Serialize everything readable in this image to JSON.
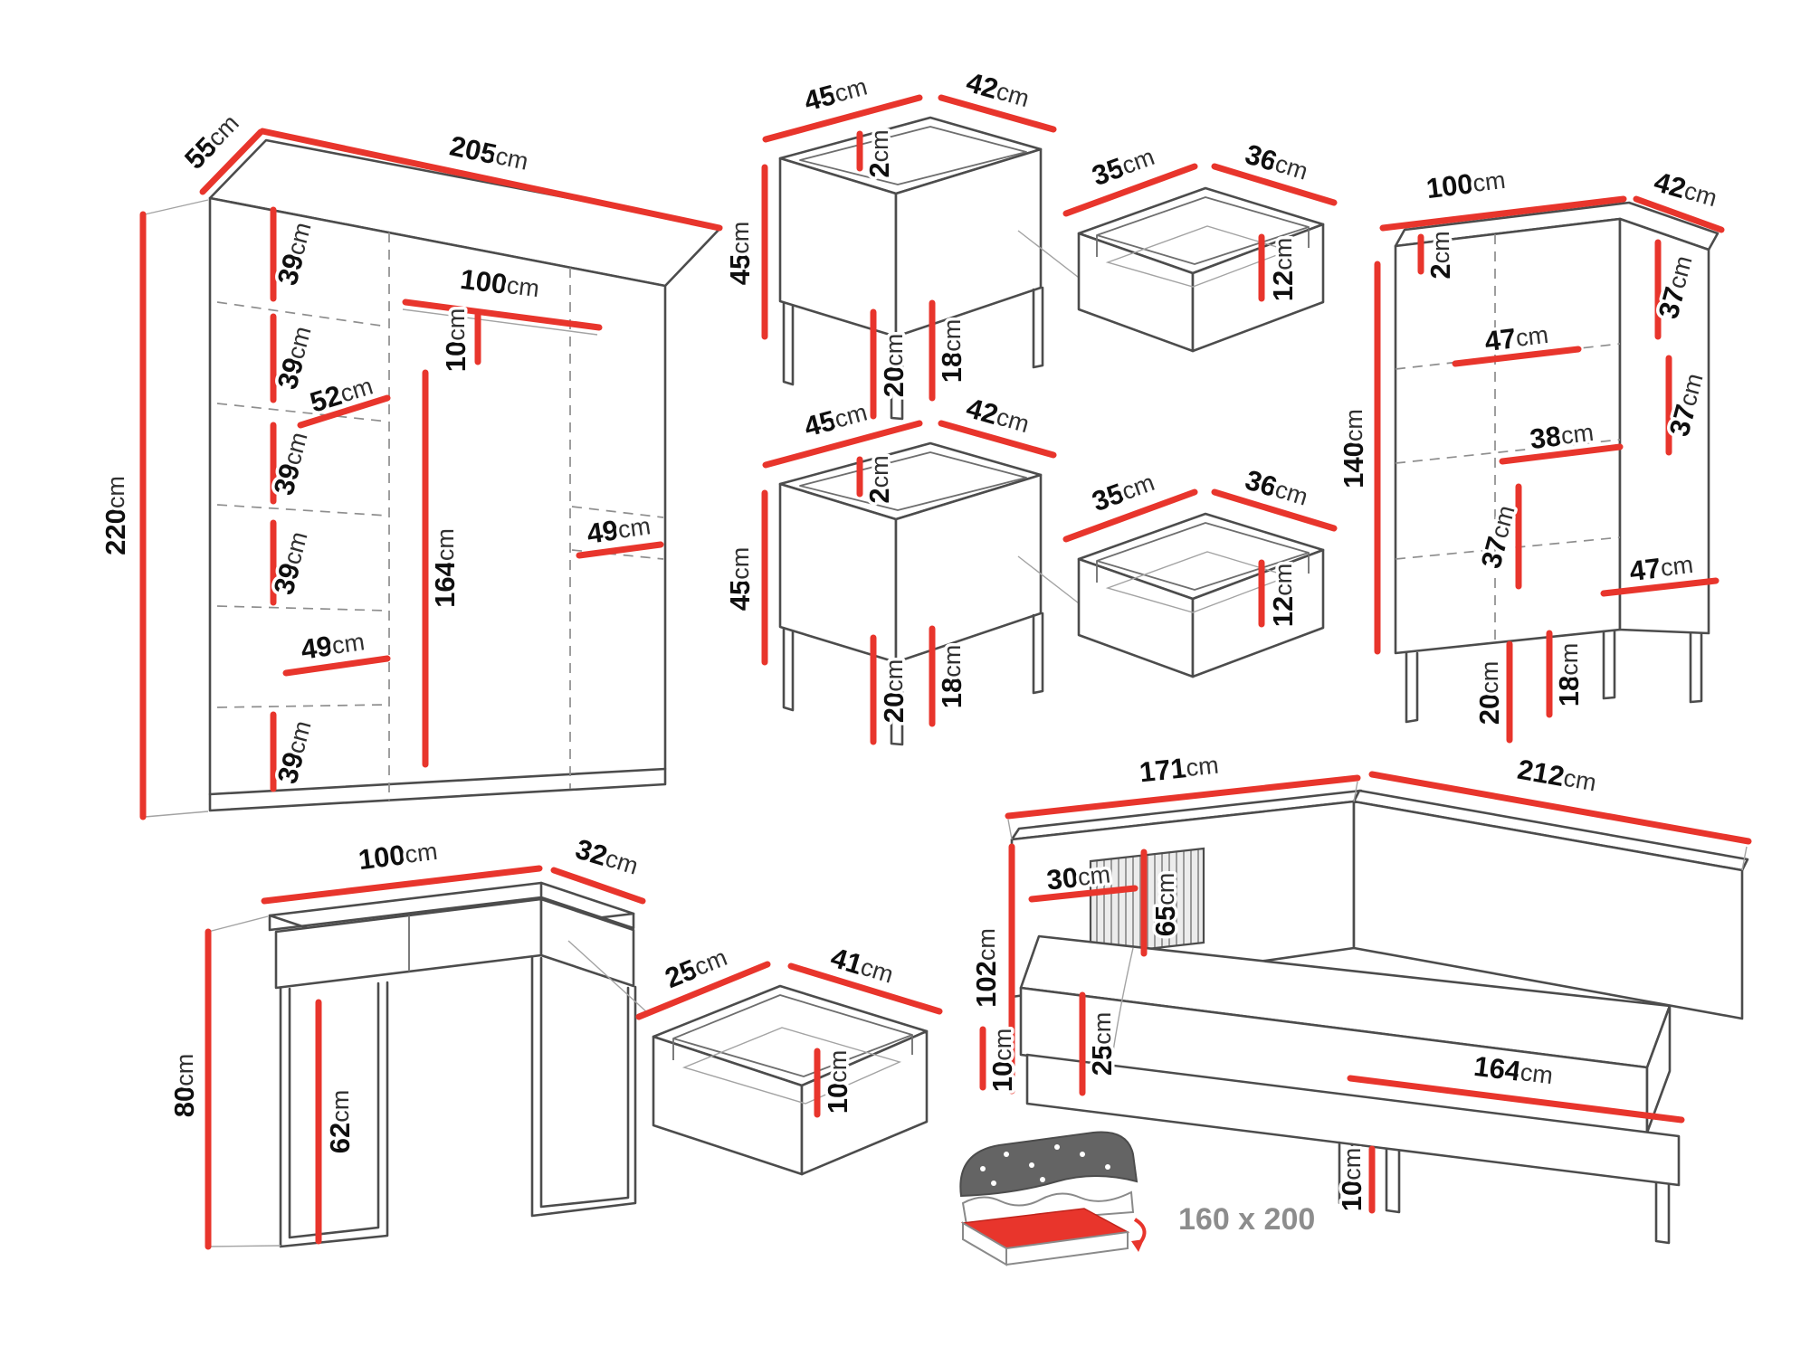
{
  "diagram": {
    "background": "#ffffff",
    "outline_color": "#4c4c4c",
    "dimension_color": "#e8352c",
    "label_color": "#0f0f0f"
  },
  "wardrobe": {
    "width": {
      "v": "205",
      "u": "cm"
    },
    "depth": {
      "v": "55",
      "u": "cm"
    },
    "height": {
      "v": "220",
      "u": "cm"
    },
    "shelf_gap_1": {
      "v": "39",
      "u": "cm"
    },
    "shelf_gap_2": {
      "v": "39",
      "u": "cm"
    },
    "shelf_gap_3": {
      "v": "39",
      "u": "cm"
    },
    "shelf_gap_4": {
      "v": "39",
      "u": "cm"
    },
    "shelf_gap_5": {
      "v": "39",
      "u": "cm"
    },
    "shelf_depth": {
      "v": "52",
      "u": "cm"
    },
    "shelf_width_left": {
      "v": "49",
      "u": "cm"
    },
    "shelf_width_right": {
      "v": "49",
      "u": "cm"
    },
    "rod_width": {
      "v": "100",
      "u": "cm"
    },
    "rod_offset": {
      "v": "10",
      "u": "cm"
    },
    "hanging_height": {
      "v": "164",
      "u": "cm"
    }
  },
  "nightstand_1": {
    "top_depth": {
      "v": "45",
      "u": "cm"
    },
    "top_width": {
      "v": "42",
      "u": "cm"
    },
    "top_thickness": {
      "v": "2",
      "u": "cm"
    },
    "height": {
      "v": "45",
      "u": "cm"
    },
    "leg_height": {
      "v": "20",
      "u": "cm"
    },
    "leg_clearance": {
      "v": "18",
      "u": "cm"
    }
  },
  "drawer_1": {
    "depth": {
      "v": "35",
      "u": "cm"
    },
    "width": {
      "v": "36",
      "u": "cm"
    },
    "inner_height": {
      "v": "12",
      "u": "cm"
    }
  },
  "nightstand_2": {
    "top_depth": {
      "v": "45",
      "u": "cm"
    },
    "top_width": {
      "v": "42",
      "u": "cm"
    },
    "top_thickness": {
      "v": "2",
      "u": "cm"
    },
    "height": {
      "v": "45",
      "u": "cm"
    },
    "leg_height": {
      "v": "20",
      "u": "cm"
    },
    "leg_clearance": {
      "v": "18",
      "u": "cm"
    }
  },
  "drawer_2": {
    "depth": {
      "v": "35",
      "u": "cm"
    },
    "width": {
      "v": "36",
      "u": "cm"
    },
    "inner_height": {
      "v": "12",
      "u": "cm"
    }
  },
  "bookcase": {
    "width": {
      "v": "100",
      "u": "cm"
    },
    "depth": {
      "v": "42",
      "u": "cm"
    },
    "top_thickness": {
      "v": "2",
      "u": "cm"
    },
    "height": {
      "v": "140",
      "u": "cm"
    },
    "compartment_1": {
      "v": "37",
      "u": "cm"
    },
    "shelf_width_1": {
      "v": "47",
      "u": "cm"
    },
    "compartment_2": {
      "v": "37",
      "u": "cm"
    },
    "shelf_width_2": {
      "v": "38",
      "u": "cm"
    },
    "compartment_3": {
      "v": "37",
      "u": "cm"
    },
    "shelf_width_3": {
      "v": "47",
      "u": "cm"
    },
    "leg_clearance": {
      "v": "18",
      "u": "cm"
    },
    "leg_height": {
      "v": "20",
      "u": "cm"
    }
  },
  "dressing_table": {
    "width": {
      "v": "100",
      "u": "cm"
    },
    "depth": {
      "v": "32",
      "u": "cm"
    },
    "height": {
      "v": "80",
      "u": "cm"
    },
    "leg_height": {
      "v": "62",
      "u": "cm"
    }
  },
  "table_drawer": {
    "depth": {
      "v": "25",
      "u": "cm"
    },
    "width": {
      "v": "41",
      "u": "cm"
    },
    "inner_height": {
      "v": "10",
      "u": "cm"
    }
  },
  "bed": {
    "headboard_width": {
      "v": "171",
      "u": "cm"
    },
    "length": {
      "v": "212",
      "u": "cm"
    },
    "panel_width": {
      "v": "30",
      "u": "cm"
    },
    "panel_height": {
      "v": "65",
      "u": "cm"
    },
    "headboard_height": {
      "v": "102",
      "u": "cm"
    },
    "base_clearance": {
      "v": "10",
      "u": "cm"
    },
    "frame_height": {
      "v": "25",
      "u": "cm"
    },
    "mattress_width": {
      "v": "164",
      "u": "cm"
    },
    "leg_height": {
      "v": "10",
      "u": "cm"
    }
  },
  "mattress": {
    "size_label": "160 x 200"
  }
}
